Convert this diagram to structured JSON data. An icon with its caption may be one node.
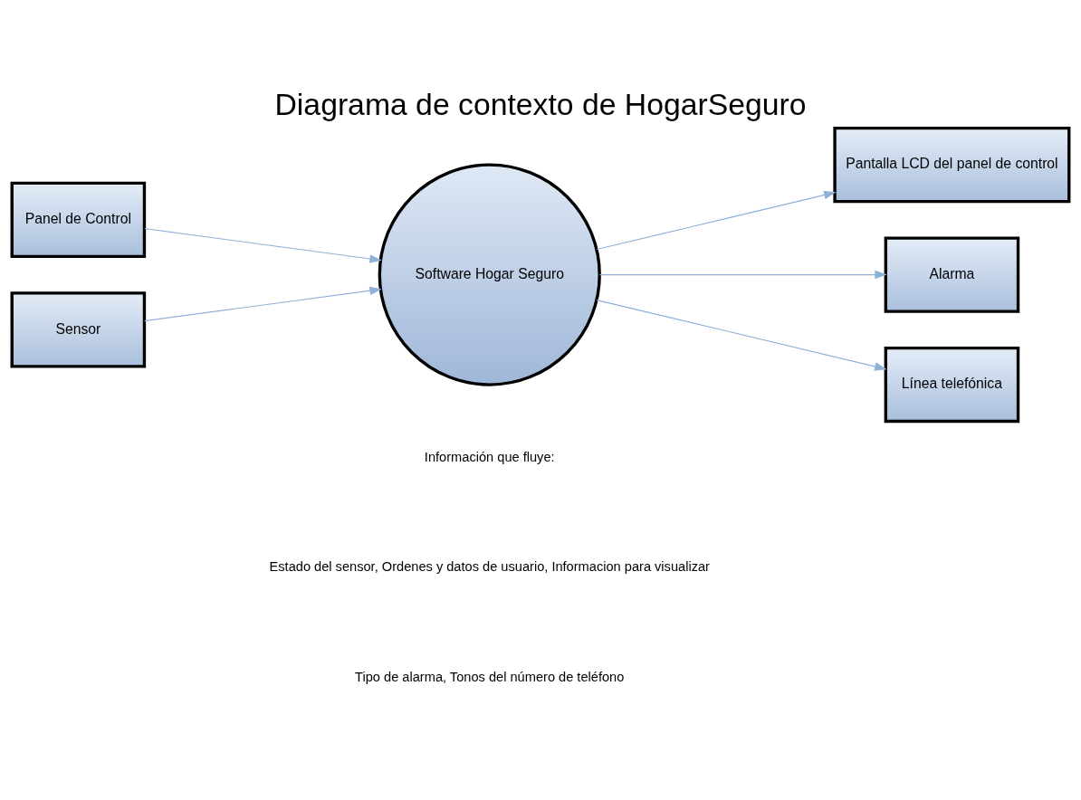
{
  "diagram": {
    "title": "Diagrama de contexto de HogarSeguro",
    "nodes": [
      {
        "text": [
          "Panel de Control"
        ]
      },
      {
        "text": [
          "Pantalla LCD del panel de control"
        ]
      },
      {
        "text": [
          "Software Hogar Seguro"
        ]
      },
      {
        "text": [
          "Alarma"
        ]
      },
      {
        "text": [
          "Sensor"
        ]
      },
      {
        "text": [
          "Línea telefónica"
        ]
      }
    ],
    "edges": [
      {
        "from": 0,
        "to": 2,
        "arrow": "to"
      },
      {
        "from": 4,
        "to": 2,
        "arrow": "to"
      },
      {
        "from": 2,
        "to": 1,
        "arrow": "to"
      },
      {
        "from": 2,
        "to": 3,
        "arrow": "to"
      },
      {
        "from": 2,
        "to": 5,
        "arrow": "to"
      }
    ],
    "labels": [
      "Información que fluye:",
      "Estado del sensor, Ordenes y datos de usuario, Informacion para visualizar",
      "Tipo de alarma, Tonos del número de teléfono"
    ]
  }
}
